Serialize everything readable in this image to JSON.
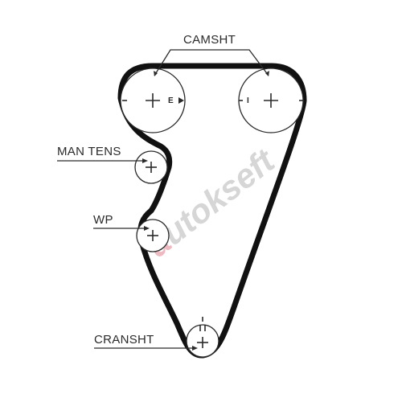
{
  "labels": {
    "camshaft": "CAMSHT",
    "manual_tensioner": "MAN TENS",
    "water_pump": "WP",
    "crankshaft": "CRANSHT"
  },
  "pulley_marks": {
    "exhaust_cam": "E",
    "intake_cam": "I"
  },
  "watermark": {
    "brand": "autokseft",
    "accent_color": "#e8a3ad",
    "text_color": "#c9c9c9"
  },
  "colors": {
    "belt": "#111111",
    "line": "#2a2a2a",
    "background": "#ffffff"
  }
}
